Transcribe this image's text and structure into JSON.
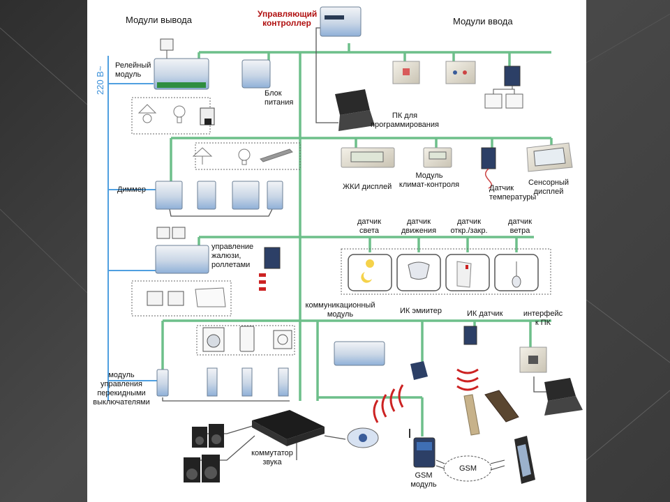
{
  "background": {
    "outer": "#3a3a3a",
    "slide": "#ffffff"
  },
  "colors": {
    "bus": "#6dbf8a",
    "power_line": "#4f9fe0",
    "accent_red": "#b01010",
    "module_blue": "#8fb0d8"
  },
  "labels": {
    "output_modules": "Модули вывода",
    "controller": "Управляющий\nконтроллер",
    "input_modules": "Модули ввода",
    "voltage": "220 В~",
    "relay_module": "Релейный\nмодуль",
    "power_block": "Блок\nпитания",
    "pc_programming": "ПК для\nпрограммирования",
    "dimmer": "Диммер",
    "lcd_display": "ЖКИ дисплей",
    "climate_module": "Модуль\nклимат-контроля",
    "temp_sensor": "Датчик\nтемпературы",
    "touch_display": "Сенсорный\nдисплей",
    "blinds_control": "управление\nжалюзи,\nроллетами",
    "light_sensor": "датчик\nсвета",
    "motion_sensor": "датчик\nдвижения",
    "open_close_sensor": "датчик\nоткр./закр.",
    "wind_sensor": "датчик\nветра",
    "comm_module": "коммуникационный\nмодуль",
    "ir_emitter": "ИК эмиитер",
    "ir_sensor": "ИК датчик",
    "pc_interface": "интерфейс\nк ПК",
    "switch_module": "модуль\nуправления\nперекидными\nвыключателями",
    "audio_switch": "коммутатор\nзвука",
    "gsm_module": "GSM\nмодуль",
    "gsm_cloud": "GSM"
  },
  "icons": [
    "bulb-icon",
    "lamp-icon",
    "washing-machine-icon",
    "fridge-icon",
    "socket-icon",
    "laptop-icon",
    "speaker-icon",
    "phone-icon",
    "remote-icon",
    "sun-moon-icon",
    "door-icon",
    "anemometer-icon",
    "gsm-cloud-icon"
  ]
}
